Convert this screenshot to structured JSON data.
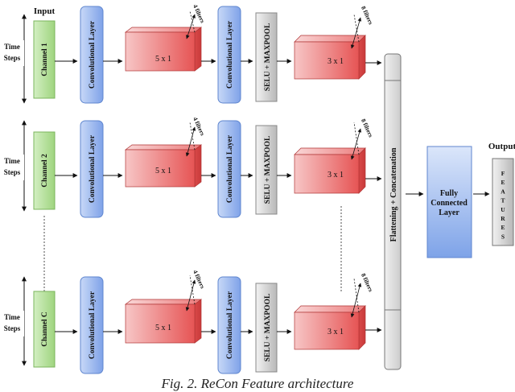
{
  "labels": {
    "input": "Input",
    "output": "Output",
    "time_steps_line1": "Time",
    "time_steps_line2": "Steps",
    "conv_layer": "Convolutional Layer",
    "selu_maxpool": "SELU + MAXPOOL",
    "flatten_concat": "Flattening + Concatenation",
    "fully_connected_line1": "Fully",
    "fully_connected_line2": "Connected",
    "fully_connected_line3": "Layer",
    "features_letters": [
      "F",
      "E",
      "A",
      "T",
      "U",
      "R",
      "E",
      "S"
    ]
  },
  "rows": [
    {
      "channel": "Channel 1",
      "kernel1": "5 x 1",
      "filters1": "4 filters",
      "kernel2": "3 x 1",
      "filters2": "8 filters"
    },
    {
      "channel": "Channel 2",
      "kernel1": "5 x 1",
      "filters1": "4 filters",
      "kernel2": "3 x 1",
      "filters2": "8 filters"
    },
    {
      "channel": "Channel C",
      "kernel1": "5 x 1",
      "filters1": "4 filters",
      "kernel2": "3 x 1",
      "filters2": "8 filters"
    }
  ],
  "caption": "Fig. 2. ReCon Feature architecture",
  "colors": {
    "channel_fill": "#a9db8f",
    "conv_fill": "#8fb1ec",
    "block_fill": "#ec6d6d",
    "pool_fill": "#c9c9c9",
    "flatten_fill": "#d9d9d9",
    "fc_fill": "#7fa4e6"
  }
}
